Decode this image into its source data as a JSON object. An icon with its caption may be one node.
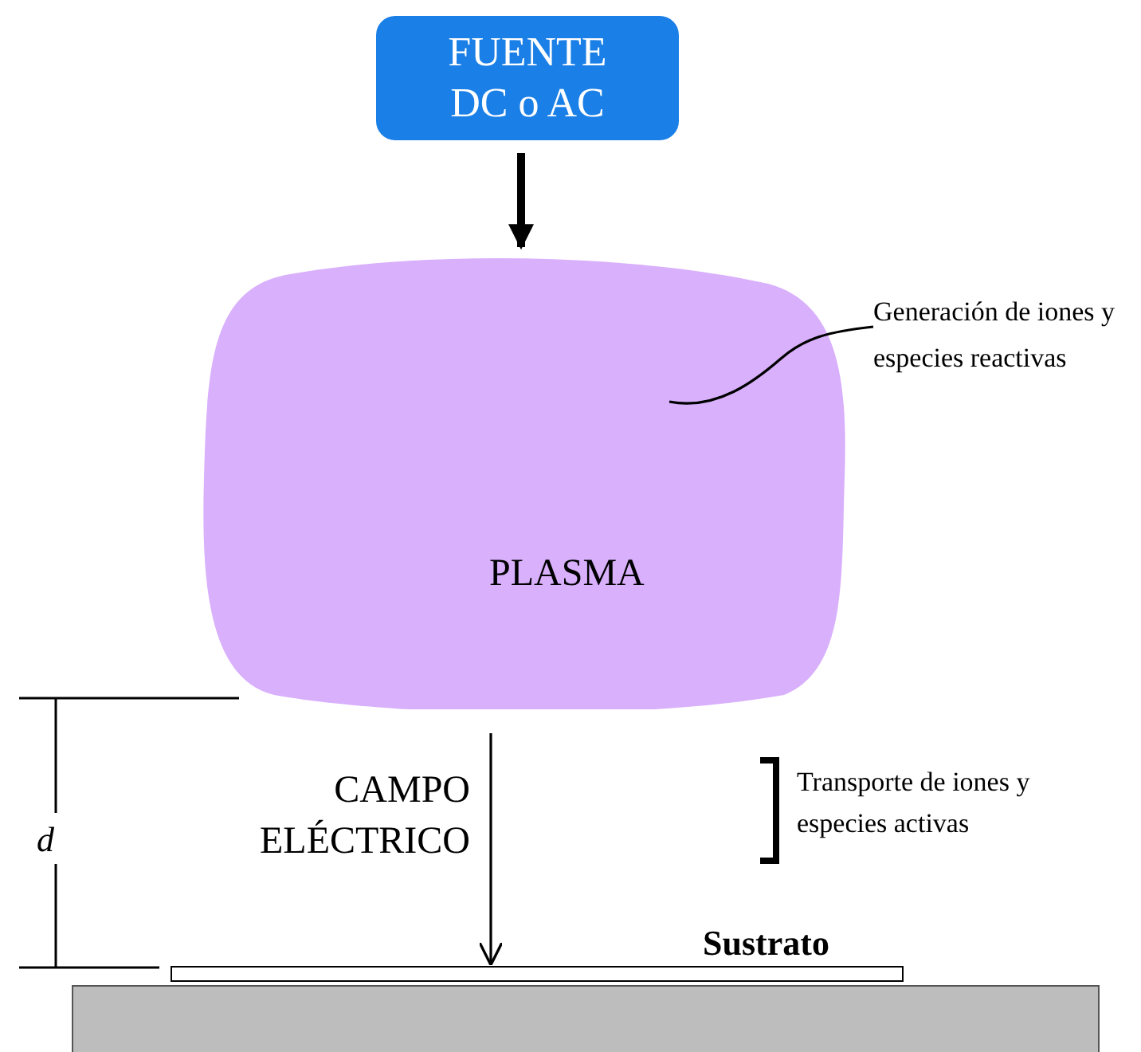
{
  "diagram": {
    "nodes": [
      {
        "text": [
          "FUENTE DC o AC"
        ]
      },
      {
        "text": [
          "PLASMA"
        ]
      },
      {
        "text": [
          "Generación de iones y especies reactivas"
        ]
      },
      {
        "text": [
          "Sustrato"
        ]
      },
      {
        "text": [],
        "shape": "box"
      }
    ],
    "edges": [
      {
        "from": 0,
        "to": 1,
        "arrow": "to",
        "style": "thick"
      },
      {
        "from": 2,
        "to": 1,
        "arrow": "none"
      },
      {
        "from": 1,
        "to": 3,
        "arrow": "to",
        "label": "CAMPO ELÉCTRICO"
      }
    ],
    "labels": [
      "d",
      "Transporte de iones y especies activas"
    ]
  }
}
